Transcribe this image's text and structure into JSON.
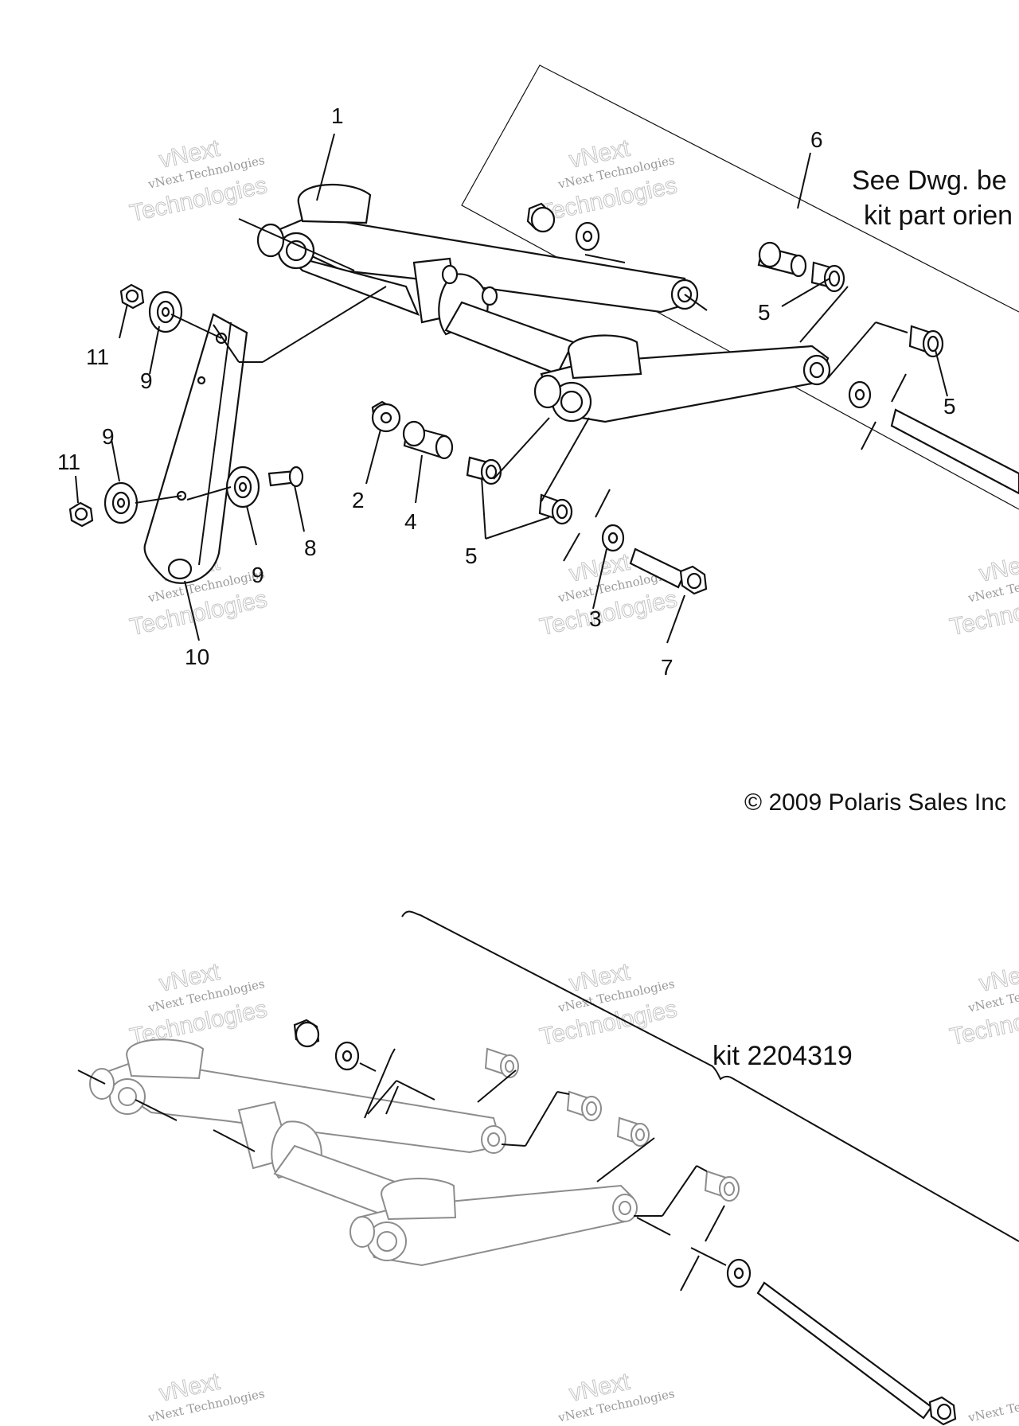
{
  "diagram": {
    "callouts": {
      "c1": "1",
      "c2": "2",
      "c3": "3",
      "c4": "4",
      "c5": "5",
      "c6": "6",
      "c7": "7",
      "c8": "8",
      "c9": "9",
      "c10": "10",
      "c11": "11"
    },
    "note_line1": "See Dwg. be",
    "note_line2": "kit part orien",
    "copyright": "© 2009 Polaris Sales Inc",
    "kit_label": "kit 2204319",
    "watermark_line1": "vNext Technologies",
    "watermark_line2": "vNext",
    "watermark_line3": "Technologies"
  },
  "colors": {
    "ink": "#111111",
    "ghost_ink": "#8c8c8c",
    "watermark": "#c4c4c4"
  }
}
